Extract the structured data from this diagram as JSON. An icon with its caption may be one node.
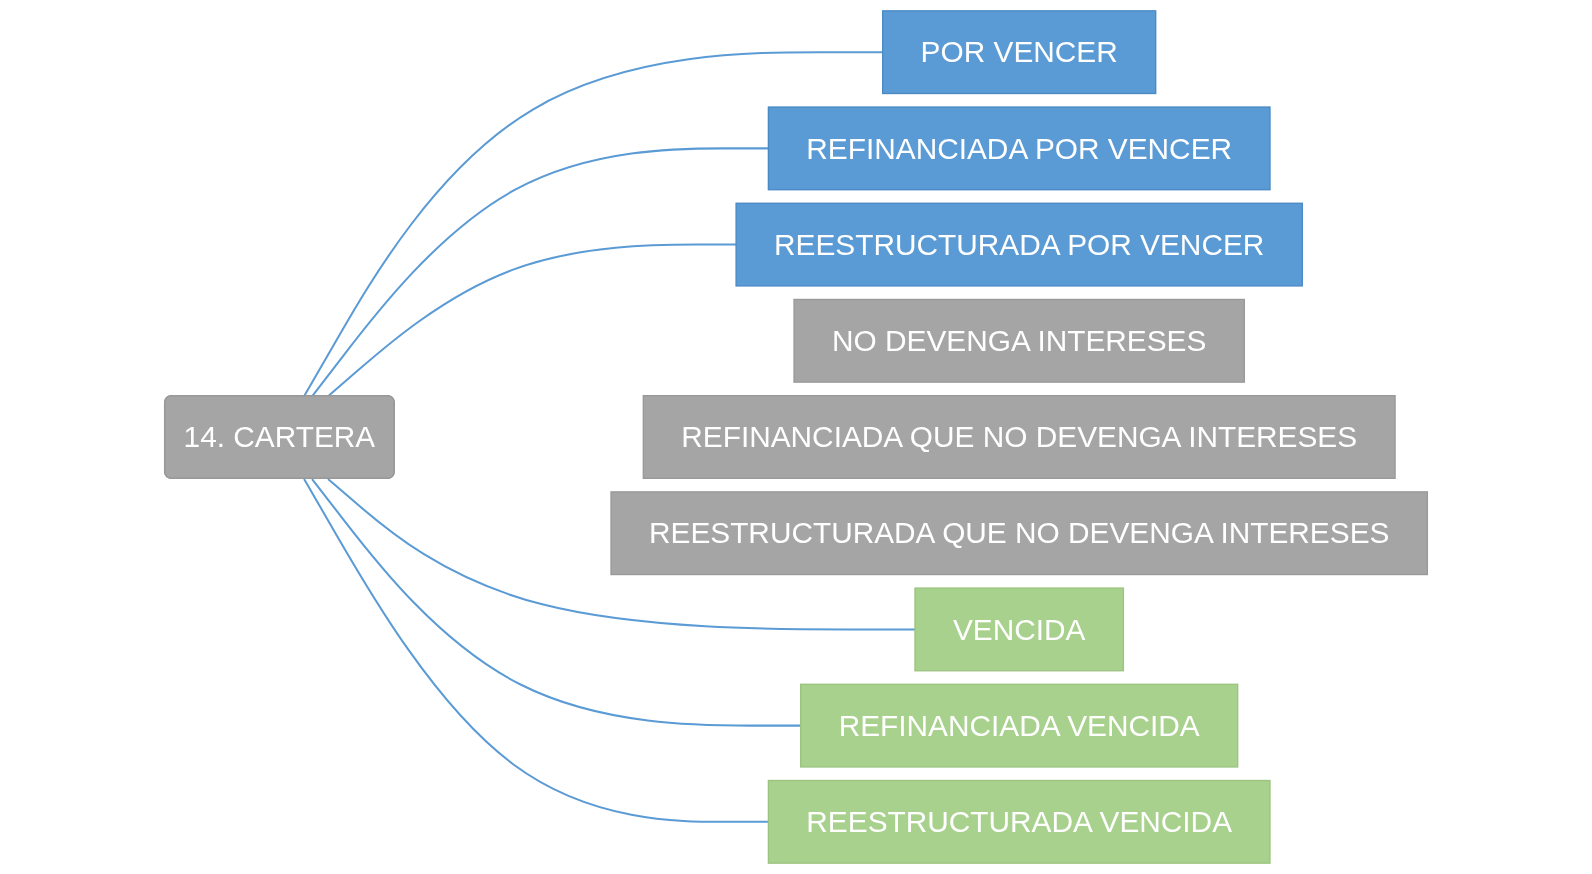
{
  "diagram": {
    "nodes": [
      {
        "text": [
          "14. CARTERA"
        ]
      },
      {
        "text": [
          "POR VENCER"
        ]
      },
      {
        "text": [
          "REFINANCIADA POR VENCER"
        ]
      },
      {
        "text": [
          "REESTRUCTURADA POR VENCER"
        ]
      },
      {
        "text": [
          "NO DEVENGA INTERESES"
        ]
      },
      {
        "text": [
          "REFINANCIADA QUE NO DEVENGA INTERESES"
        ]
      },
      {
        "text": [
          "REESTRUCTURADA QUE NO DEVENGA INTERESES"
        ]
      },
      {
        "text": [
          "VENCIDA"
        ]
      },
      {
        "text": [
          "REFINANCIADA VENCIDA"
        ]
      },
      {
        "text": [
          "REESTRUCTURADA VENCIDA"
        ]
      }
    ],
    "edges": [
      {
        "from": 0,
        "to": 1,
        "arrow": "none"
      },
      {
        "from": 0,
        "to": 2,
        "arrow": "none"
      },
      {
        "from": 0,
        "to": 3,
        "arrow": "none"
      },
      {
        "from": 0,
        "to": 7,
        "arrow": "none"
      },
      {
        "from": 0,
        "to": 8,
        "arrow": "none"
      },
      {
        "from": 0,
        "to": 9,
        "arrow": "none"
      }
    ]
  }
}
